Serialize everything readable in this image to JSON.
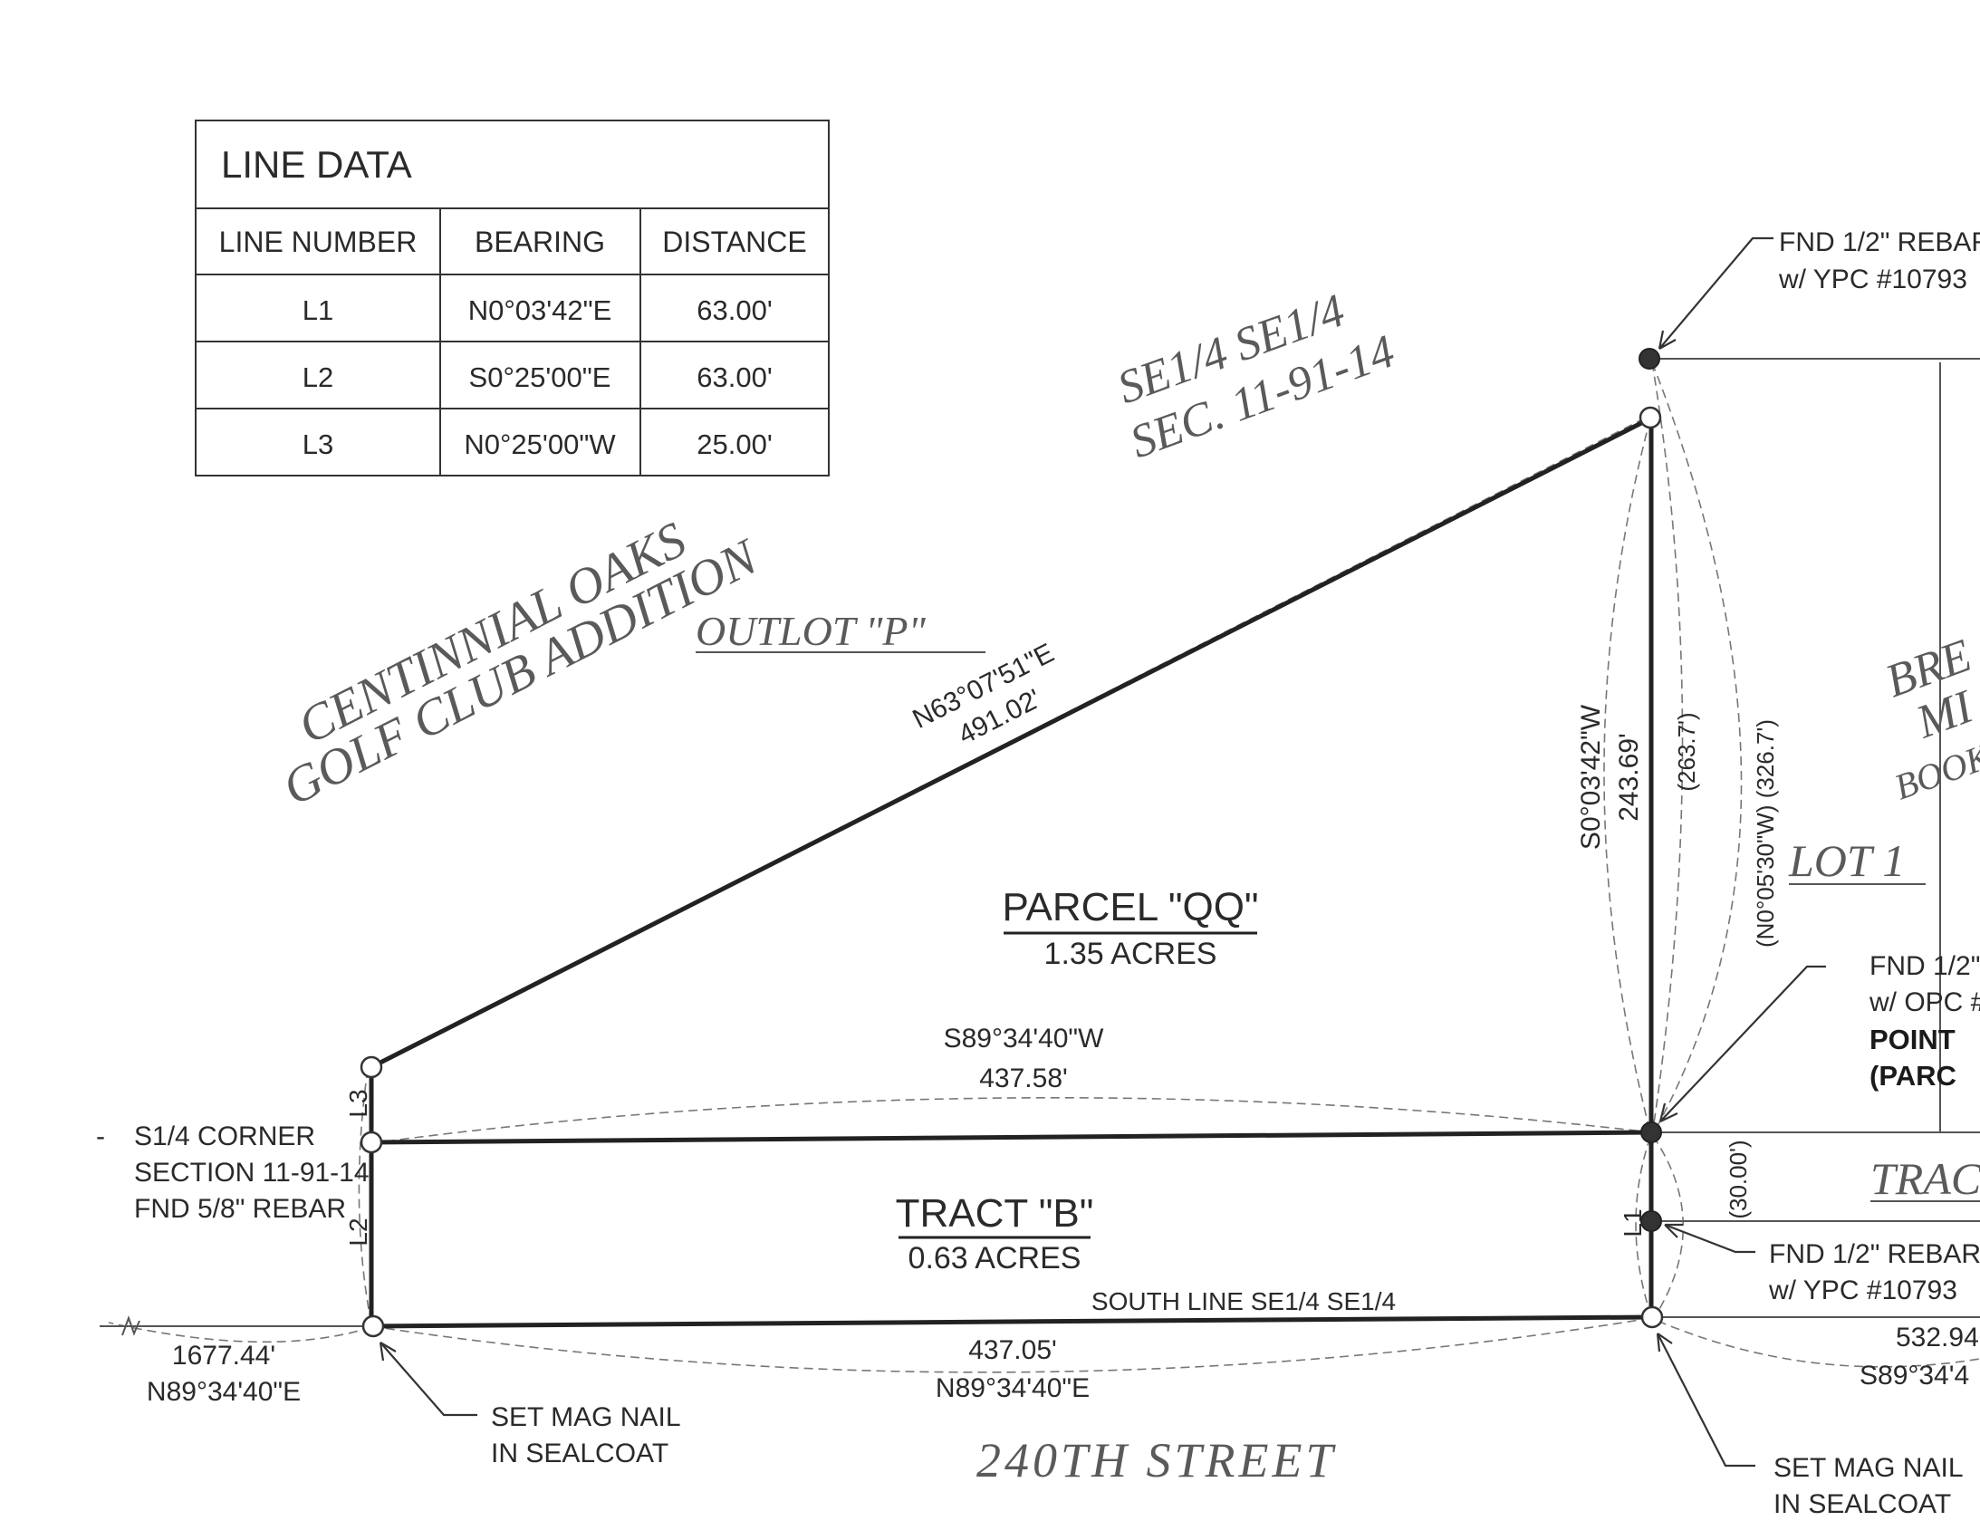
{
  "line_table": {
    "title": "LINE DATA",
    "headers": [
      "LINE NUMBER",
      "BEARING",
      "DISTANCE"
    ],
    "rows": [
      {
        "line": "L1",
        "bearing": "N0°03'42\"E",
        "distance": "63.00'"
      },
      {
        "line": "L2",
        "bearing": "S0°25'00\"E",
        "distance": "63.00'"
      },
      {
        "line": "L3",
        "bearing": "N0°25'00\"W",
        "distance": "25.00'"
      }
    ]
  },
  "areas": {
    "sec_label_1": "SE1/4 SE1/4",
    "sec_label_2": "SEC. 11-91-14",
    "addition_1": "CENTINNIAL OAKS",
    "addition_2": "GOLF CLUB ADDITION",
    "outlot": "OUTLOT \"P\"",
    "right_1": "BRE",
    "right_2": "MI",
    "right_3": "BOOK",
    "lot": "LOT 1",
    "tract_right": "TRAC",
    "street": "240TH STREET"
  },
  "parcels": {
    "qq_title": "PARCEL \"QQ\"",
    "qq_area": "1.35 ACRES",
    "b_title": "TRACT \"B\"",
    "b_area": "0.63 ACRES"
  },
  "courses": {
    "diag_bearing": "N63°07'51\"E",
    "diag_distance": "491.02'",
    "east_bearing": "S0°03'42\"W",
    "east_distance": "243.69'",
    "east_record": "(263.7')",
    "far_record": "(N0°05'30\"W) (326.7')",
    "mid_bearing": "S89°34'40\"W",
    "mid_distance": "437.58'",
    "south_label": "SOUTH LINE SE1/4 SE1/4",
    "south_distance": "437.05'",
    "south_bearing": "N89°34'40\"E",
    "west_distance": "1677.44'",
    "west_bearing": "N89°34'40\"E",
    "right_distance": "532.94",
    "right_bearing": "S89°34'4",
    "record_30": "(30.00')",
    "l1": "L1",
    "l2": "L2",
    "l3": "L3"
  },
  "callouts": {
    "top_rebar_1": "FND 1/2\" REBAR",
    "top_rebar_2": "w/ YPC #10793",
    "opc_1": "FND 1/2\"",
    "opc_2": "w/ OPC #",
    "pob_1": "POINT",
    "pob_2": "(PARC",
    "corner_1": "S1/4 CORNER",
    "corner_2": "SECTION 11-91-14",
    "corner_3": "FND 5/8\" REBAR",
    "dash": "-",
    "mid_rebar_1": "FND 1/2\" REBAR",
    "mid_rebar_2": "w/ YPC #10793",
    "nail_left_1": "SET MAG NAIL",
    "nail_left_2": "IN SEALCOAT",
    "nail_right_1": "SET MAG NAIL",
    "nail_right_2": "IN SEALCOAT"
  }
}
